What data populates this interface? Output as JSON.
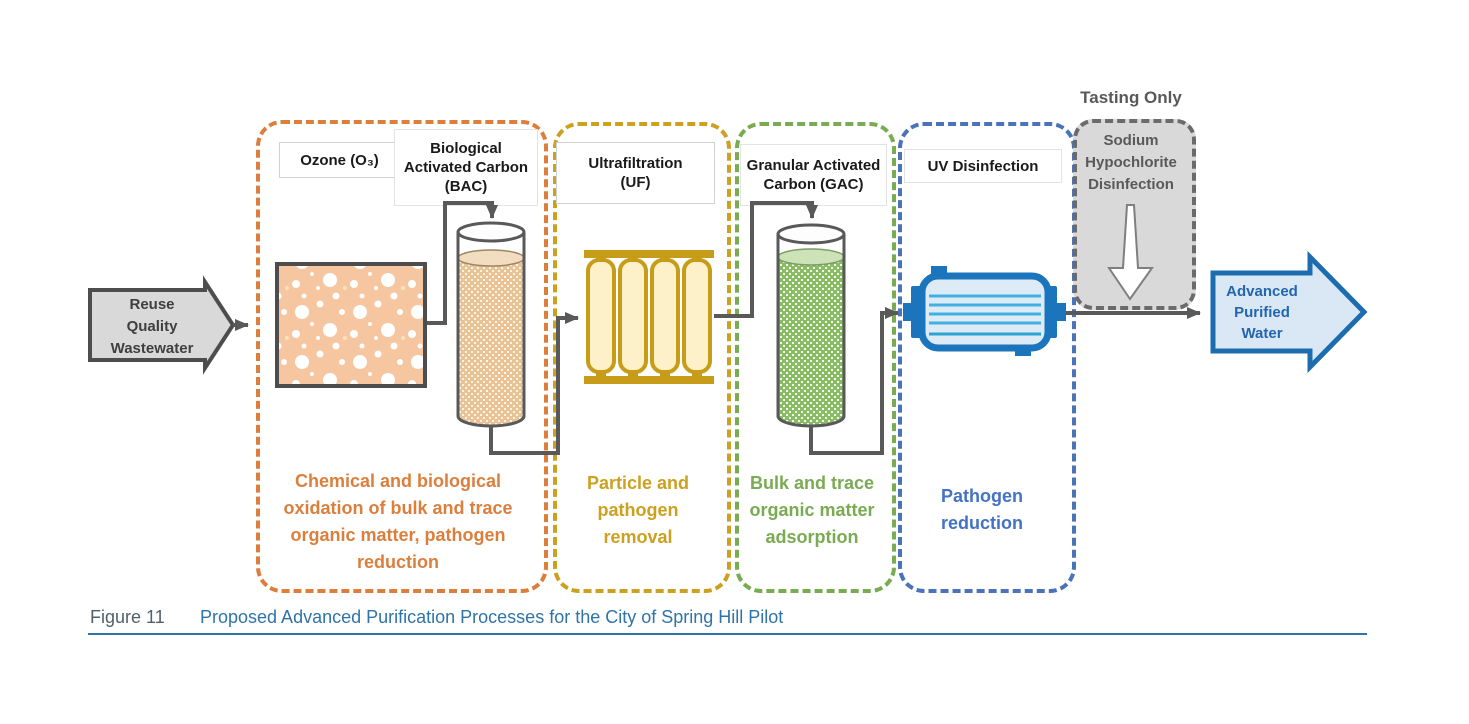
{
  "figure_caption": {
    "label": "Figure 11",
    "title": "Proposed Advanced Purification Processes for the City of Spring Hill Pilot"
  },
  "input_arrow": {
    "lines": [
      "Reuse",
      "Quality",
      "Wastewater"
    ]
  },
  "output_arrow": {
    "lines": [
      "Advanced",
      "Purified",
      "Water"
    ]
  },
  "ozone_bac": {
    "ozone_label": "Ozone (O₃)",
    "bac_lines": [
      "Biological",
      "Activated Carbon",
      "(BAC)"
    ],
    "desc_lines": [
      "Chemical and biological",
      "oxidation of bulk and trace",
      "organic matter, pathogen",
      "reduction"
    ],
    "accent_color": "#DC7F3C"
  },
  "uf": {
    "label_lines": [
      "Ultrafiltration",
      "(UF)"
    ],
    "desc_lines": [
      "Particle and",
      "pathogen",
      "removal"
    ],
    "accent_color": "#CCA11F"
  },
  "gac": {
    "label_lines": [
      "Granular Activated",
      "Carbon (GAC)"
    ],
    "desc_lines": [
      "Bulk and trace",
      "organic matter",
      "adsorption"
    ],
    "accent_color": "#79AB52"
  },
  "uv": {
    "label": "UV Disinfection",
    "desc_lines": [
      "Pathogen",
      "reduction"
    ],
    "accent_color": "#4472C4"
  },
  "chlorine": {
    "title": "Tasting Only",
    "lines": [
      "Sodium",
      "Hypochlorite",
      "Disinfection"
    ],
    "accent_color": "#6B6B6B"
  },
  "colors": {
    "pipe": "#595959",
    "input_arrow_fill": "#D9D9D9",
    "output_arrow_fill": "#DAE8F6",
    "output_arrow_stroke": "#1E6CB0",
    "uv_vessel_blue": "#1B75BC",
    "caption_blue": "#2E74A8"
  }
}
